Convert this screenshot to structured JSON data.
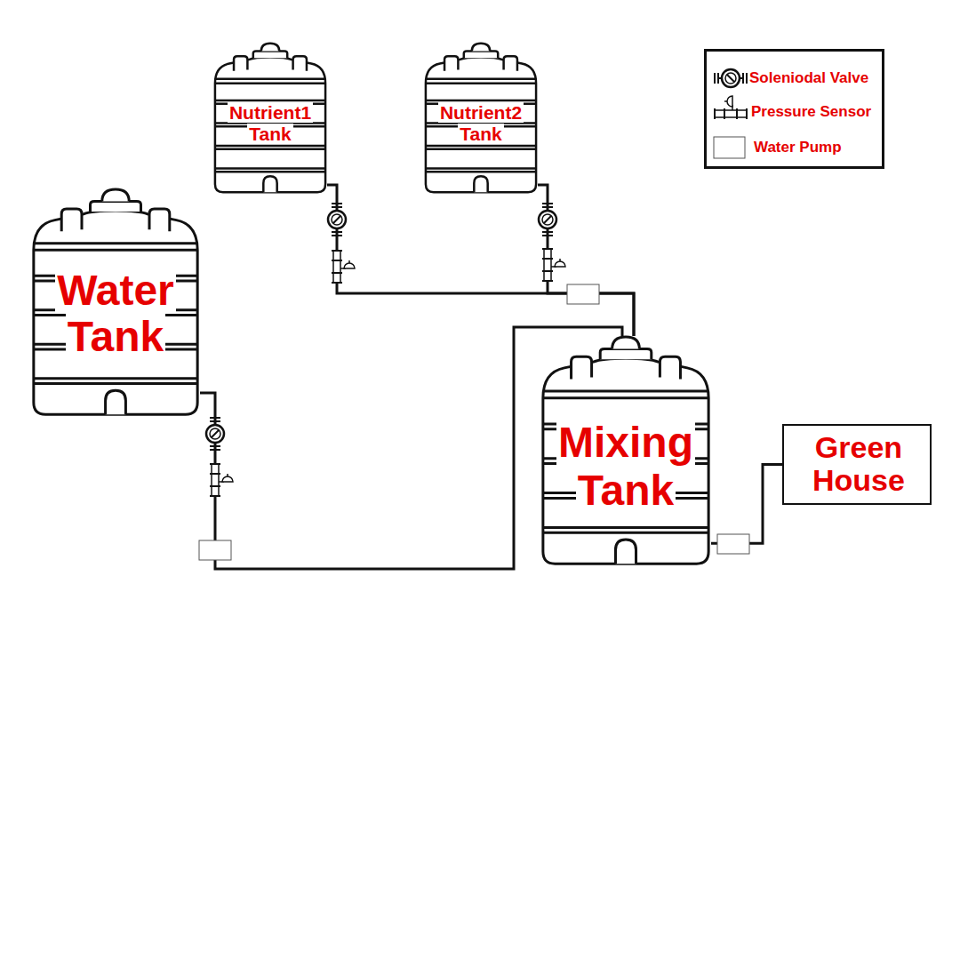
{
  "diagram": {
    "nodes": [
      {
        "text": [
          "Nutrient1 Tank"
        ]
      },
      {
        "text": [
          "Nutrient2 Tank"
        ]
      },
      {
        "text": [
          "Water Tank"
        ]
      },
      {
        "text": [
          "Mixing Tank"
        ]
      },
      {
        "text": [
          "Green House"
        ]
      }
    ],
    "edges": [
      {
        "from": 0,
        "to": 3,
        "arrow": "none"
      },
      {
        "from": 1,
        "to": 3,
        "arrow": "none"
      },
      {
        "from": 2,
        "to": 3,
        "arrow": "none"
      },
      {
        "from": 3,
        "to": 4,
        "arrow": "none"
      }
    ],
    "legend": [
      {
        "text": "Soleniodal Valve"
      },
      {
        "text": "Pressure Sensor"
      },
      {
        "text": "Water Pump"
      }
    ]
  }
}
